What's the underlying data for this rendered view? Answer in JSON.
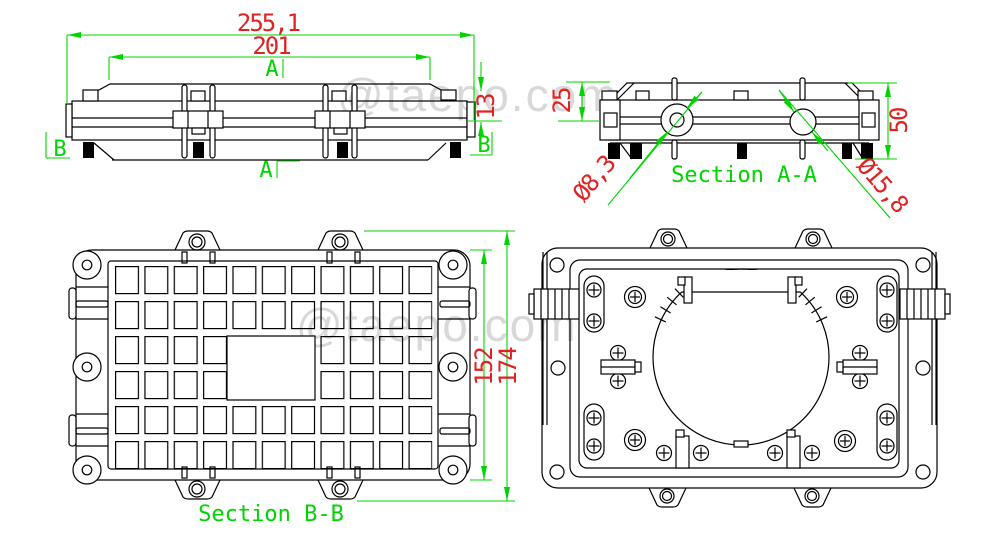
{
  "watermark": {
    "text": "@taepo.com"
  },
  "side_view": {
    "dim_overall_length": "255,1",
    "dim_body_length": "201",
    "dim_cover_height": "13",
    "marker_a": "A",
    "marker_b": "B"
  },
  "section_aa": {
    "label": "Section A-A",
    "dim_top_depth": "25",
    "dim_total_height": "50",
    "dia_small_hole": "Ø8,3",
    "dia_large_hole": "Ø15,8"
  },
  "section_bb": {
    "label": "Section B-B",
    "dim_body_height": "152",
    "dim_overall_height": "174"
  },
  "colors": {
    "dimension_line": "#00d400",
    "dimension_text": "#e02222",
    "drawing_line": "#000000",
    "watermark": "#d8d8d8"
  }
}
